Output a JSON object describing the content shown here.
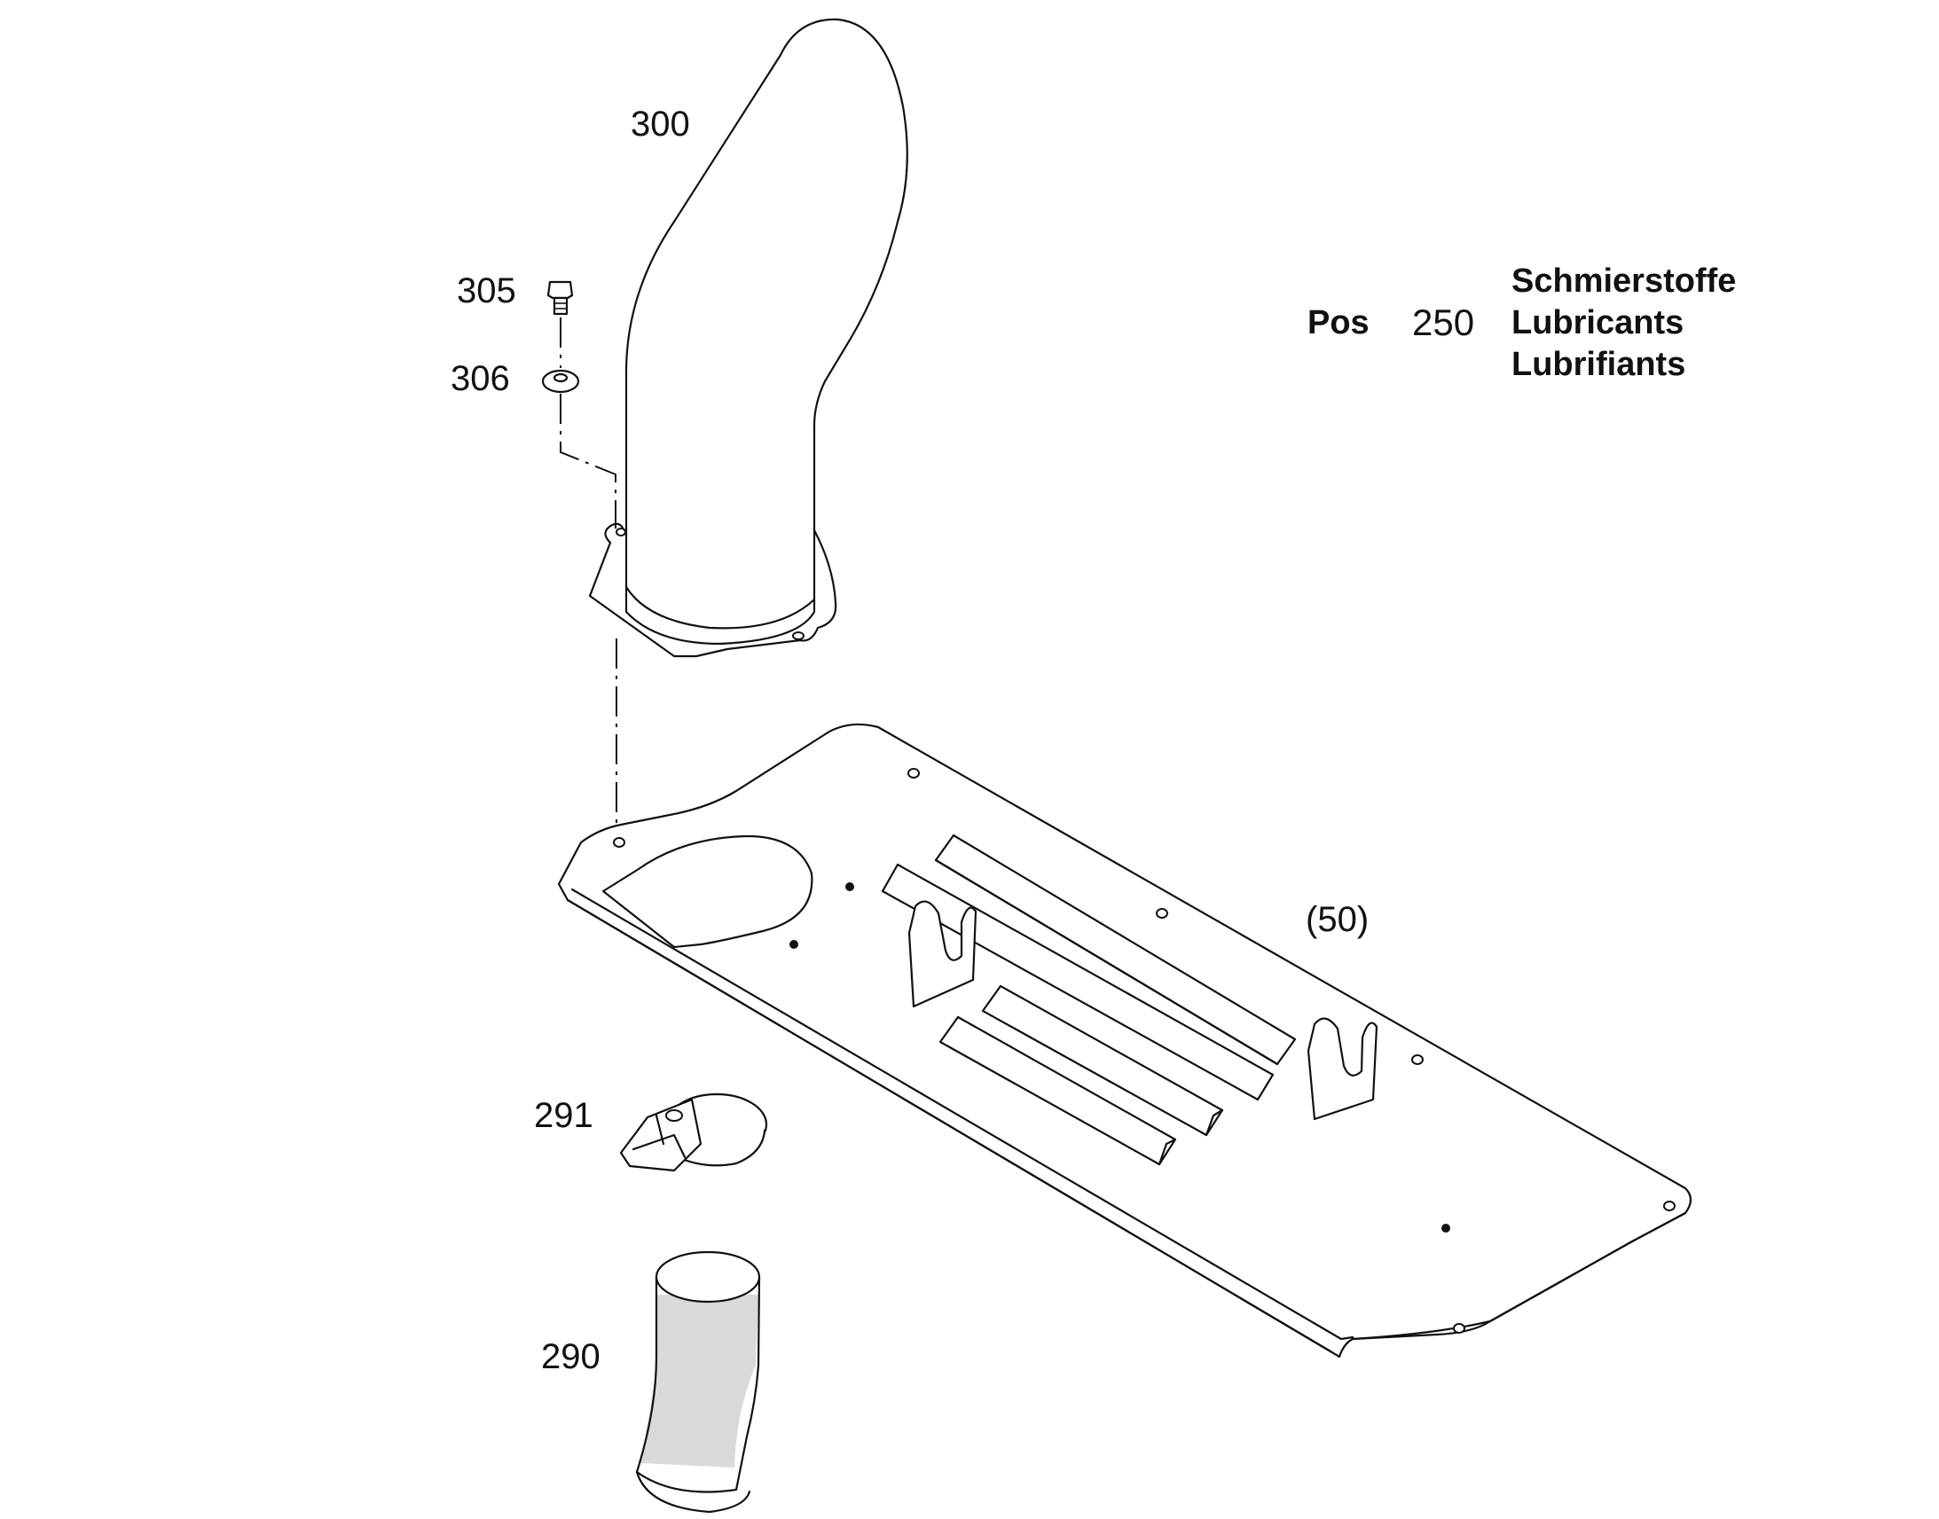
{
  "callouts": {
    "p300": "300",
    "p305": "305",
    "p306": "306",
    "p50": "(50)",
    "p291": "291",
    "p290": "290"
  },
  "legend": {
    "pos_label": "Pos",
    "pos_number": "250",
    "line_de": "Schmierstoffe",
    "line_en": "Lubricants",
    "line_fr": "Lubrifiants"
  },
  "icons": [
    "elbow-pipe-icon",
    "bolt-icon",
    "washer-icon",
    "tray-plate-icon",
    "cap-clamp-icon",
    "pipe-spout-icon"
  ]
}
